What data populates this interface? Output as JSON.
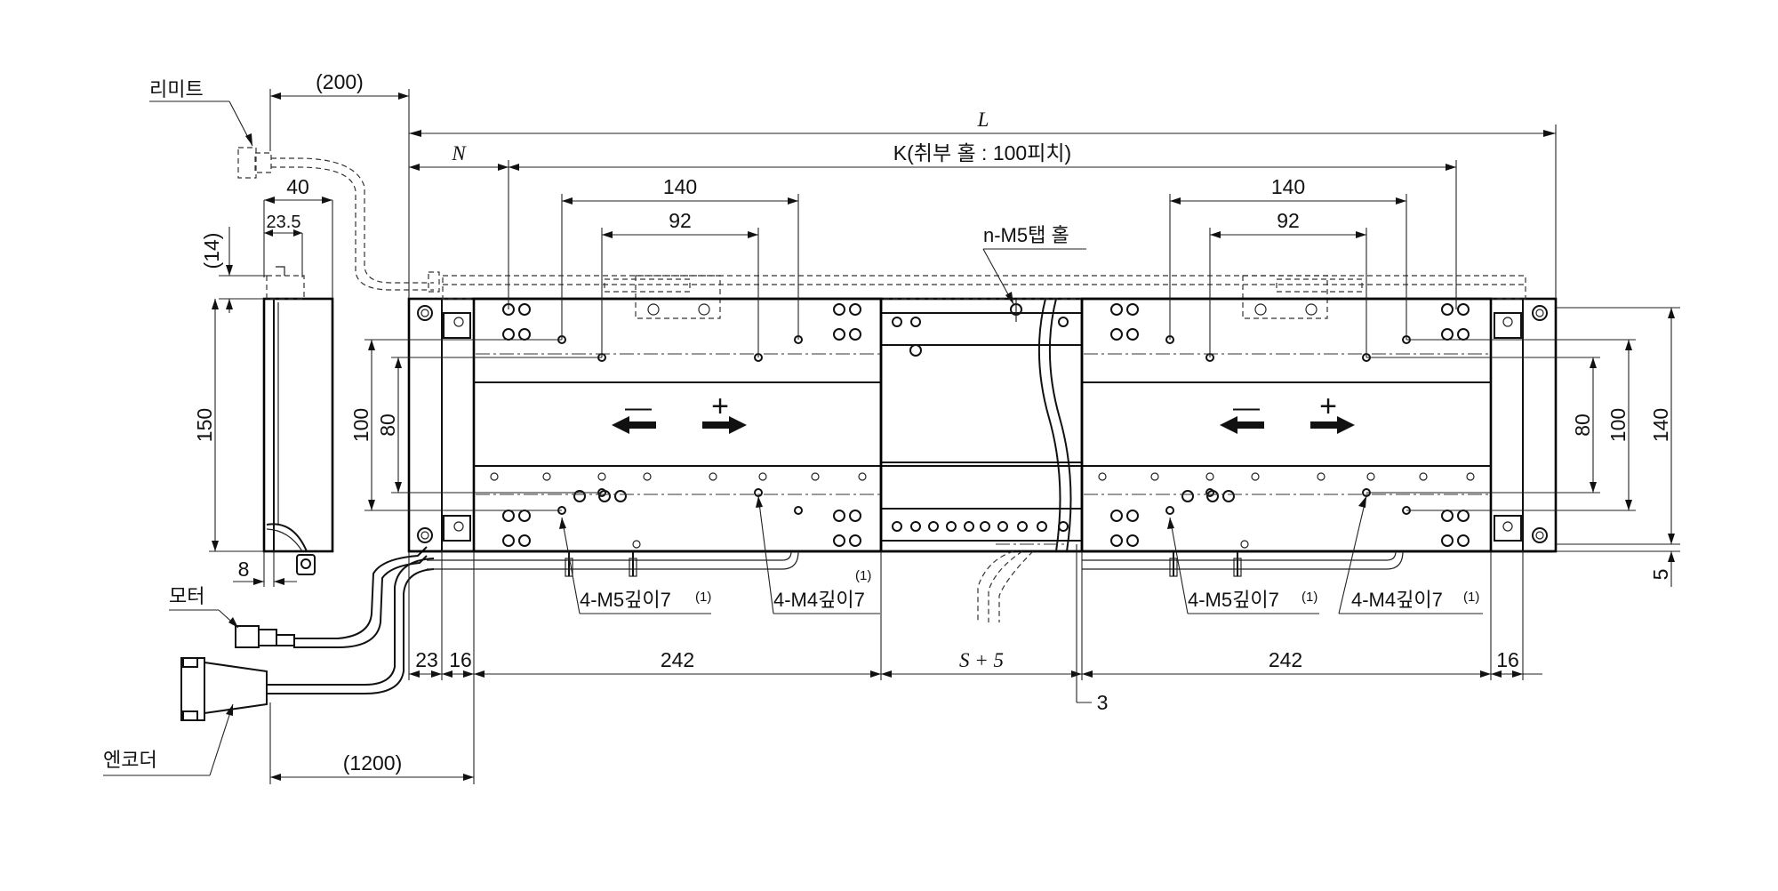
{
  "labels": {
    "limit": "리미트",
    "motor": "모터",
    "encoder": "엔코더",
    "tap_hole": "n-M5탭 홀",
    "m5_left": "4-M5깊이7",
    "m5_left_note": "(1)",
    "m4_left": "4-M4깊이7",
    "m4_left_note": "(1)",
    "m5_right": "4-M5깊이7",
    "m5_right_note": "(1)",
    "m4_right": "4-M4깊이7",
    "m4_right_note": "(1)"
  },
  "dims": {
    "cable_limit": "(200)",
    "length_L": "L",
    "pitch_N": "N",
    "pitch_K": "K(취부 홀 : 100피치)",
    "w140_left": "140",
    "w92_left": "92",
    "w140_right": "140",
    "w92_right": "92",
    "side_40": "40",
    "side_23_5": "23.5",
    "side_14": "(14)",
    "side_150": "150",
    "side_8": "8",
    "h100_left": "100",
    "h80_left": "80",
    "h80_right": "80",
    "h100_right": "100",
    "h140_right": "140",
    "h5_right": "5",
    "b23": "23",
    "b16_left": "16",
    "b242_left": "242",
    "b_stroke": "S + 5",
    "b242_right": "242",
    "b16_right": "16",
    "b3": "3",
    "cable_encoder": "(1200)"
  },
  "signs": {
    "minus": "—",
    "plus": "+"
  }
}
